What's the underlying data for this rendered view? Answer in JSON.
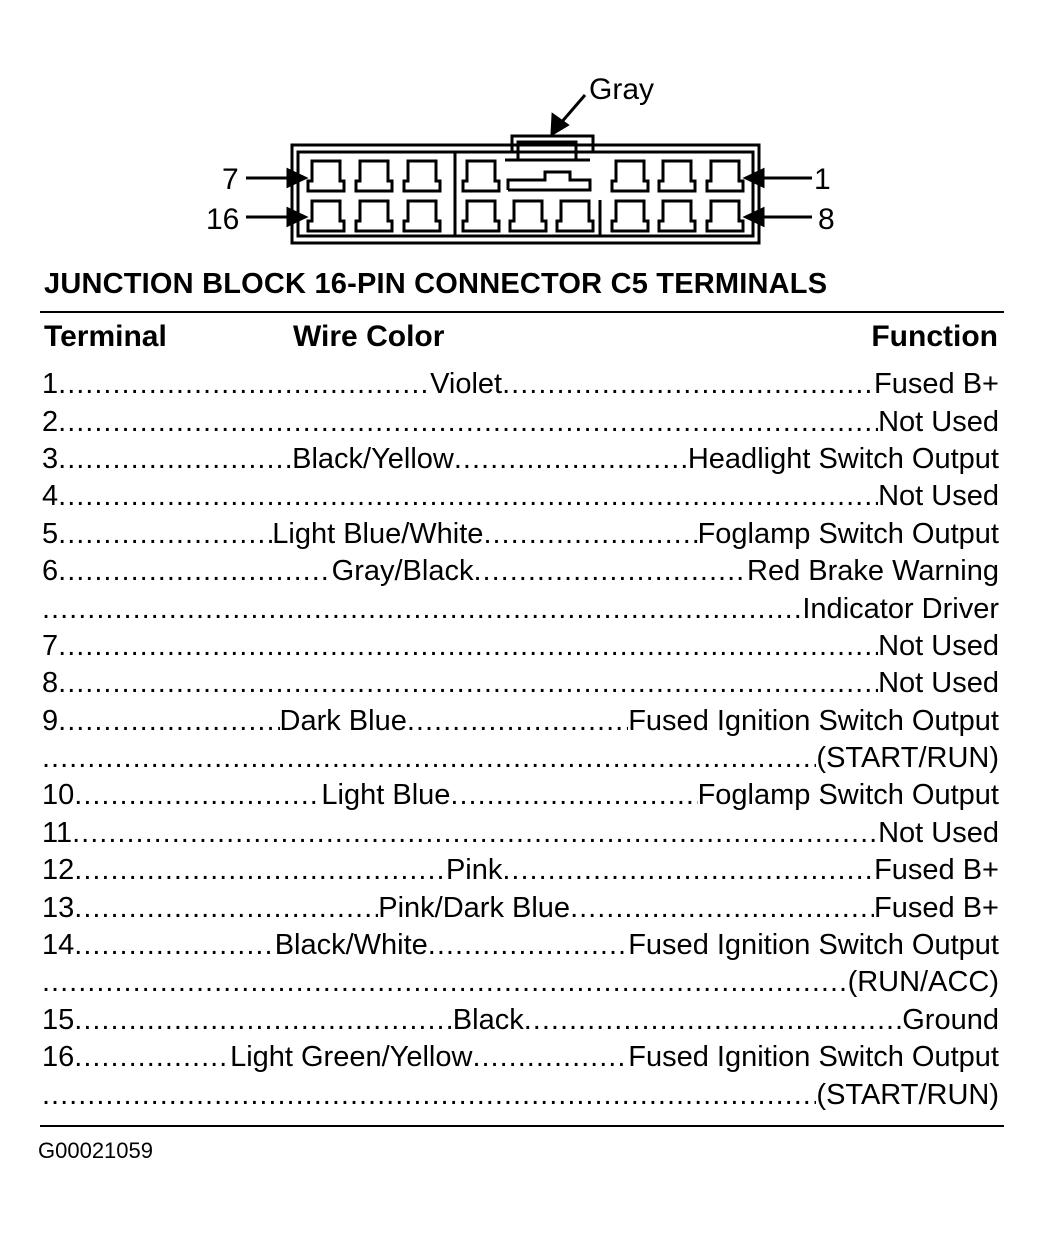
{
  "diagram": {
    "label_top": "Gray",
    "label_row1_left": "7",
    "label_row2_left": "16",
    "label_row1_right": "1",
    "label_row2_right": "8"
  },
  "table": {
    "title": "JUNCTION BLOCK 16-PIN CONNECTOR C5 TERMINALS",
    "headers": {
      "terminal": "Terminal",
      "wire_color": "Wire Color",
      "function": "Function"
    },
    "rows": [
      {
        "terminal": "1",
        "wire_color": "Violet",
        "function": "Fused B+"
      },
      {
        "terminal": "2",
        "wire_color": "",
        "function": "Not Used"
      },
      {
        "terminal": "3",
        "wire_color": "Black/Yellow",
        "function": "Headlight Switch Output"
      },
      {
        "terminal": "4",
        "wire_color": "",
        "function": "Not Used"
      },
      {
        "terminal": "5",
        "wire_color": "Light Blue/White",
        "function": "Foglamp Switch Output"
      },
      {
        "terminal": "6",
        "wire_color": "Gray/Black",
        "function": "Red Brake Warning"
      },
      {
        "terminal": "",
        "wire_color": "",
        "function": "Indicator Driver"
      },
      {
        "terminal": "7",
        "wire_color": "",
        "function": "Not Used"
      },
      {
        "terminal": "8",
        "wire_color": "",
        "function": "Not Used"
      },
      {
        "terminal": "9",
        "wire_color": "Dark Blue",
        "function": "Fused Ignition Switch Output"
      },
      {
        "terminal": "",
        "wire_color": "",
        "function": "(START/RUN)"
      },
      {
        "terminal": "10",
        "wire_color": "Light Blue",
        "function": "Foglamp Switch Output"
      },
      {
        "terminal": "11",
        "wire_color": "",
        "function": "Not Used"
      },
      {
        "terminal": "12",
        "wire_color": "Pink",
        "function": "Fused B+"
      },
      {
        "terminal": "13",
        "wire_color": "Pink/Dark Blue",
        "function": "Fused B+"
      },
      {
        "terminal": "14",
        "wire_color": "Black/White",
        "function": "Fused Ignition Switch Output"
      },
      {
        "terminal": "",
        "wire_color": "",
        "function": "(RUN/ACC)"
      },
      {
        "terminal": "15",
        "wire_color": "Black",
        "function": "Ground"
      },
      {
        "terminal": "16",
        "wire_color": "Light Green/Yellow",
        "function": "Fused Ignition Switch Output"
      },
      {
        "terminal": "",
        "wire_color": "",
        "function": "(START/RUN)"
      }
    ]
  },
  "figure_code": "G00021059"
}
